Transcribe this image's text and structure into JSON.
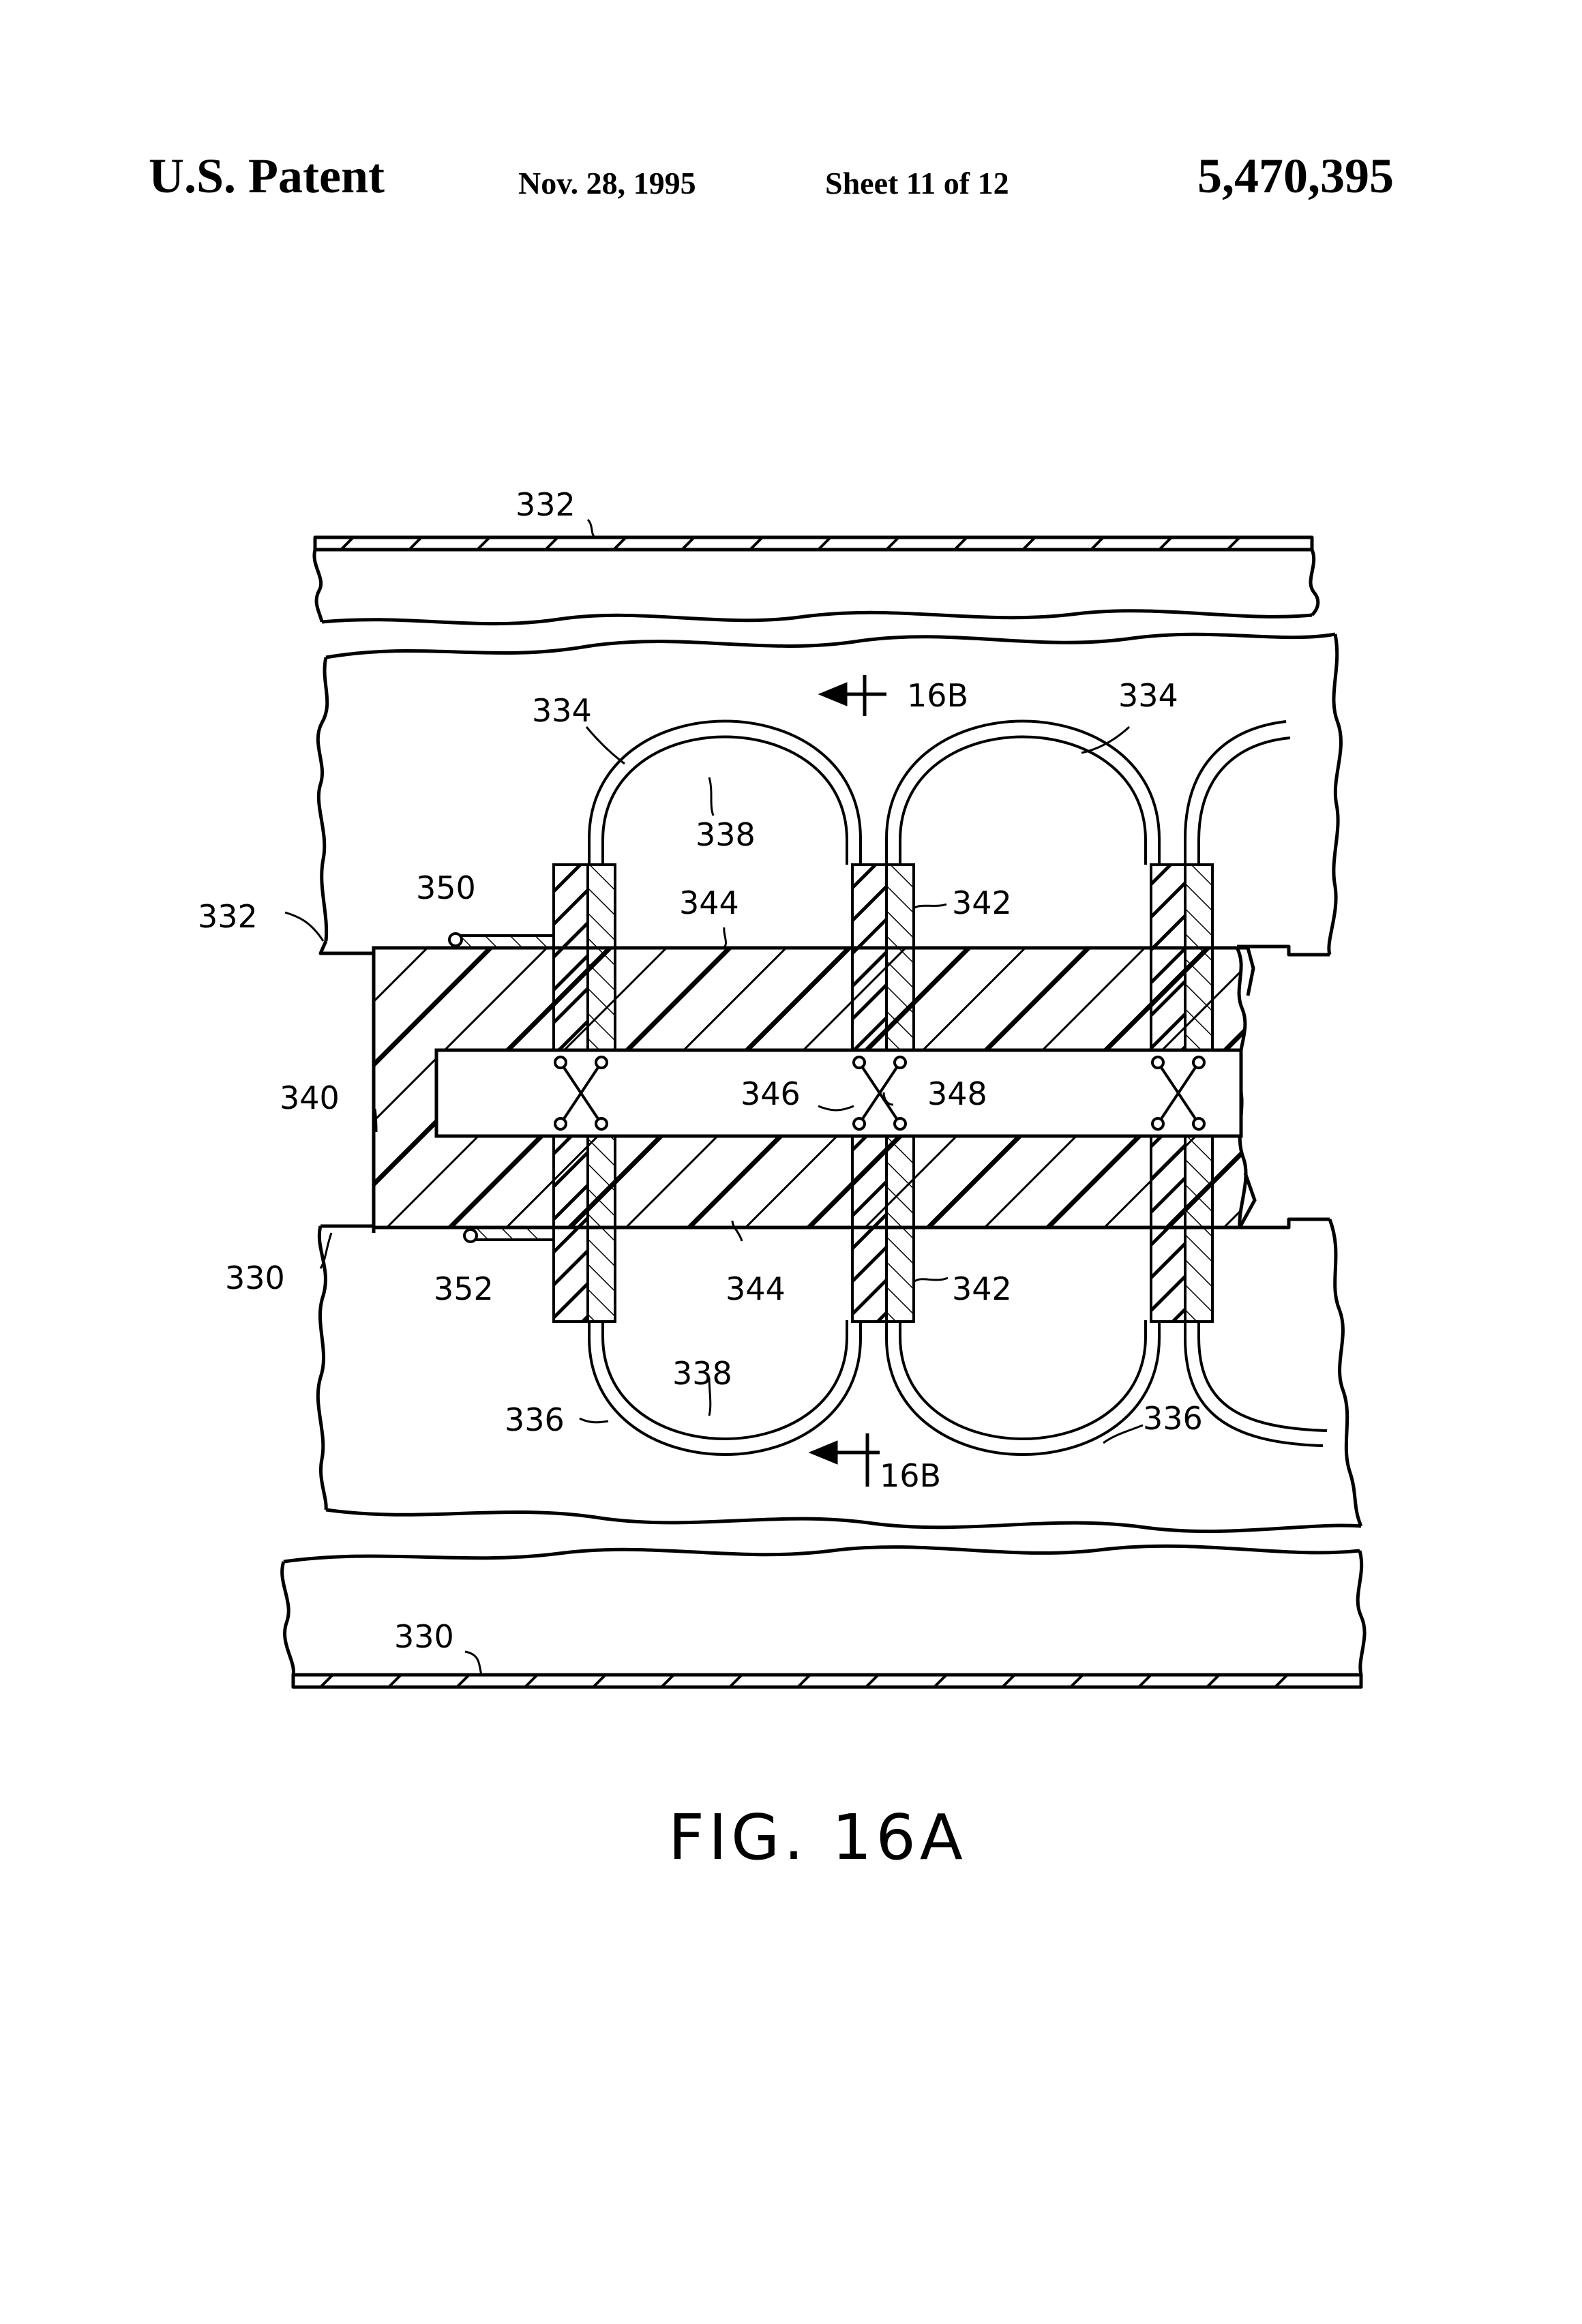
{
  "header": {
    "patent": "U.S. Patent",
    "date": "Nov. 28, 1995",
    "sheet": "Sheet 11 of 12",
    "number": "5,470,395"
  },
  "figure": {
    "caption": "FIG. 16A",
    "labels": {
      "l332_top": "332",
      "l332_mid": "332",
      "l334_left": "334",
      "l334_right": "334",
      "l338_top": "338",
      "l338_bot": "338",
      "l350": "350",
      "l344_top": "344",
      "l344_bot": "344",
      "l342_top": "342",
      "l342_bot": "342",
      "l340": "340",
      "l346": "346",
      "l348": "348",
      "l330_mid": "330",
      "l330_bot": "330",
      "l352": "352",
      "l336_left": "336",
      "l336_right": "336",
      "l16b_top": "16B",
      "l16b_bot": "16B"
    }
  }
}
